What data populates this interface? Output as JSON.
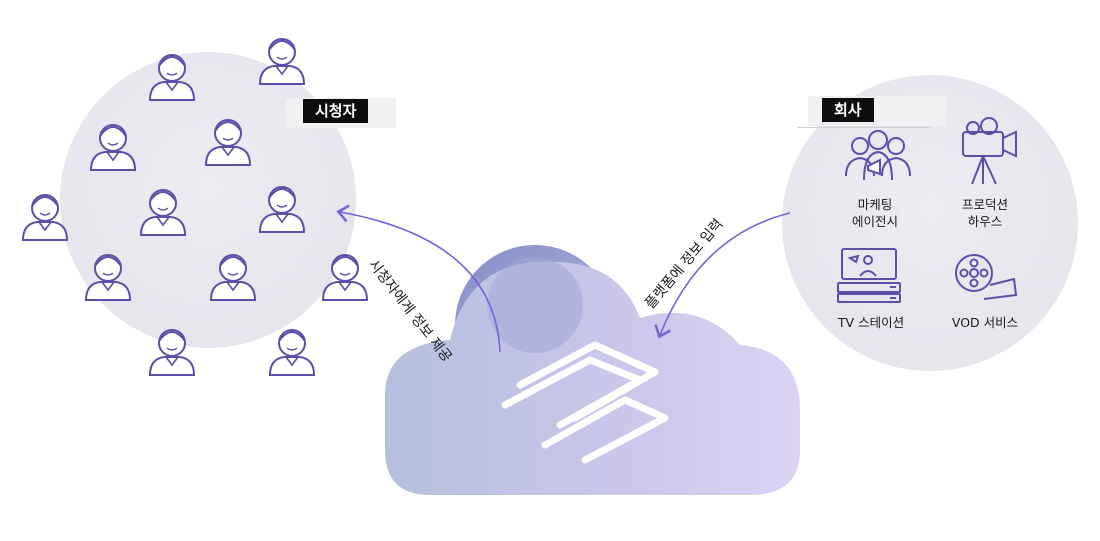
{
  "viewer_group": {
    "label": "시청자"
  },
  "company_group": {
    "label": "회사",
    "services": [
      {
        "icon": "marketing-agency-icon",
        "lines": [
          "마케팅",
          "에이전시"
        ]
      },
      {
        "icon": "video-camera-icon",
        "lines": [
          "프로덕션",
          "하우스"
        ]
      },
      {
        "icon": "tv-station-icon",
        "lines": [
          "TV 스테이션"
        ]
      },
      {
        "icon": "film-reel-icon",
        "lines": [
          "VOD 서비스"
        ]
      }
    ]
  },
  "arrows": {
    "to_viewers": "시청자에게 정보 제공",
    "to_platform": "플랫폼에 정보 입력"
  },
  "colors": {
    "accent": "#7a62d6",
    "icon_stroke": "#5b4fa8",
    "circle_fill": "#e9e9f0",
    "cloud_left": "#b9c2de",
    "cloud_right": "#d6cdf0"
  }
}
